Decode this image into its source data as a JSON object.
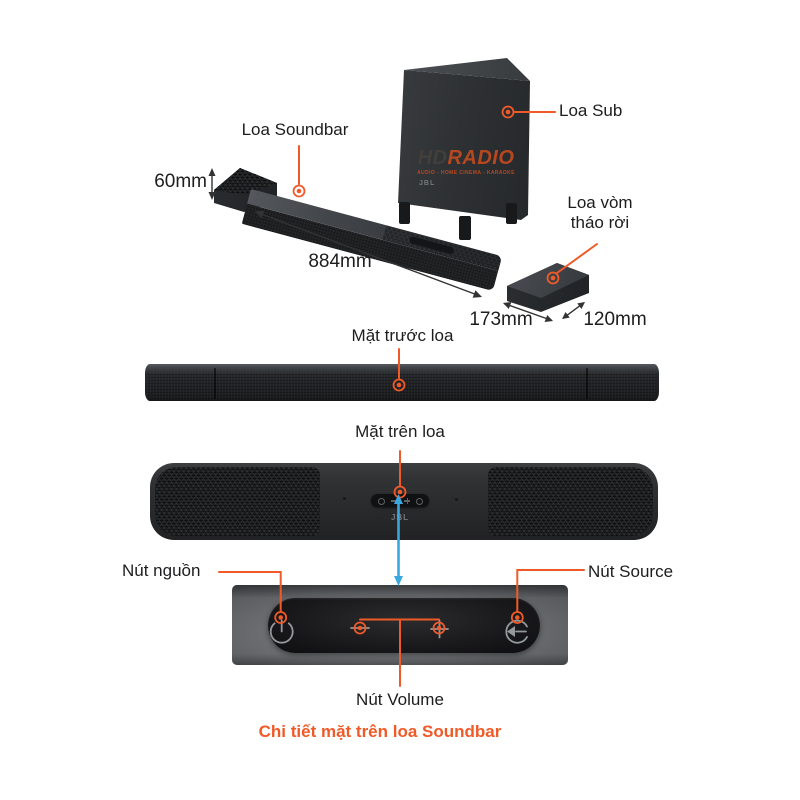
{
  "colors": {
    "accent": "#f05a28",
    "blue": "#3aa7de",
    "ink": "#1d1d1f",
    "dim": "#333333",
    "wm-dark": "#44403c",
    "wm-orange": "#c14a1e"
  },
  "annotations": {
    "soundbar_label": "Loa Soundbar",
    "sub_label": "Loa Sub",
    "surround_label_line1": "Loa vòm",
    "surround_label_line2": "tháo rời",
    "front_view_label": "Mặt trước loa",
    "top_view_label": "Mặt trên loa",
    "power_label": "Nút nguồn",
    "source_label": "Nút Source",
    "volume_label": "Nút Volume",
    "caption": "Chi tiết mặt trên loa Soundbar"
  },
  "dimensions": {
    "soundbar_height": "60mm",
    "soundbar_length": "884mm",
    "surround_width": "173mm",
    "surround_depth": "120mm"
  },
  "watermark": {
    "hd": "HD",
    "radio": "RADIO",
    "tagline": "AUDIO - HOME CINEMA - KARAOKE"
  },
  "brand": {
    "logo": "JBL"
  },
  "icons": {
    "power": "power symbol (circle with line)",
    "volume_down": "minus",
    "volume_up": "plus",
    "source": "arrow into circle"
  }
}
